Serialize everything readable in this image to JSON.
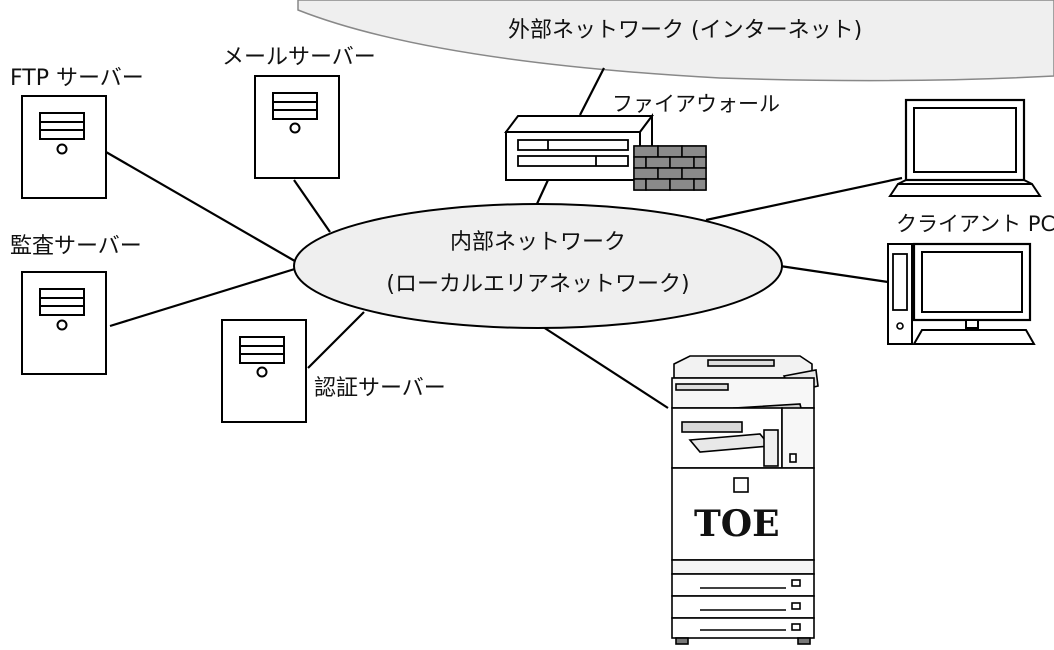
{
  "external_network": {
    "label": "外部ネットワーク (インターネット)"
  },
  "internal_network": {
    "line1": "内部ネットワーク",
    "line2": "(ローカルエリアネットワーク)"
  },
  "firewall": {
    "label": "ファイアウォール"
  },
  "devices": {
    "ftp_server": "FTP サーバー",
    "mail_server": "メールサーバー",
    "audit_server": "監査サーバー",
    "auth_server": "認証サーバー",
    "client_pc": "クライアント PC"
  },
  "printer": {
    "badge": "TOE"
  }
}
